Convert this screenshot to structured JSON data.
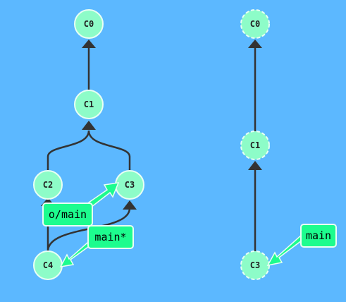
{
  "local_repo": {
    "commits": {
      "c0": "C0",
      "c1": "C1",
      "c2": "C2",
      "c3": "C3",
      "c4": "C4"
    },
    "branches": {
      "origin_main": "o/main",
      "main": "main*"
    }
  },
  "remote_repo": {
    "commits": {
      "c0": "C0",
      "c1": "C1",
      "c3": "C3"
    },
    "branches": {
      "main": "main"
    }
  },
  "colors": {
    "background": "#5cb8ff",
    "commit_fill": "#8dfcc8",
    "branch_fill": "#1dfc8e",
    "edge": "#333333"
  }
}
